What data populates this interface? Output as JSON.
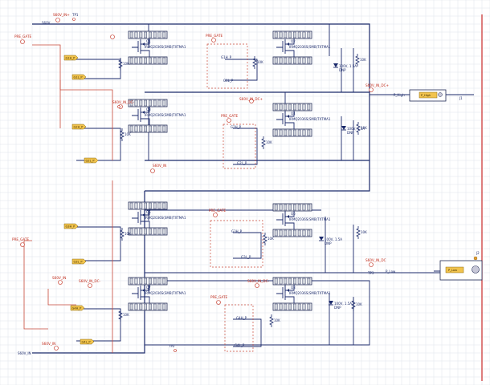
{
  "nets": {
    "v_in_plus": "S60V_IN+",
    "v_in_minus": "S60V_IN",
    "v_dc_plus": "S60V_IN_DC+",
    "v_dc_minus": "S60V_IN_DC-",
    "v_in_dc": "S60V_IN_DC",
    "gate": "PRE_GATE",
    "v60": "S60V",
    "p_high": "P_High",
    "p_low": "P_Low"
  },
  "mosfet": {
    "part": "IRMQ2036S(SMB)TXTMA1",
    "q_labels": [
      "Q1",
      "Q2",
      "Q3",
      "Q4",
      "Q5",
      "Q6",
      "Q7",
      "Q8"
    ]
  },
  "resistor": {
    "value": "10K"
  },
  "diode": {
    "spec": "100V, 1.5A",
    "dnp": "DNP"
  },
  "gate_signals": [
    "G1H_P",
    "G1L_P",
    "G2H_P",
    "G2L_P",
    "G3H_P",
    "G3L_P",
    "G4H_P",
    "G4L_P"
  ],
  "testpoints": [
    "TP1",
    "TP2",
    "TP3"
  ],
  "connectors": [
    {
      "label": "P_High",
      "ref": "J1"
    },
    {
      "label": "P_Low",
      "ref": "J2"
    }
  ],
  "colors": {
    "wire": "#1b2a6b",
    "gate_net": "#c84a3a",
    "tag_fill": "#f1c34d",
    "sheet_border": "#c82a2a"
  }
}
